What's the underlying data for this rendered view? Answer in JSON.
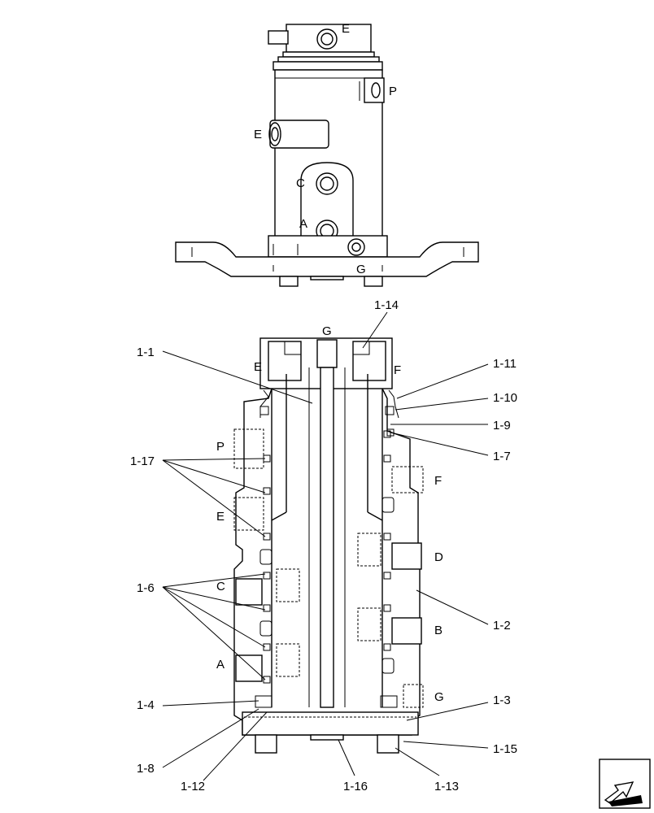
{
  "top_view": {
    "port_e_top": "E",
    "port_p": "P",
    "port_e_side": "E",
    "port_c": "C",
    "port_a": "A",
    "port_g": "G"
  },
  "section_view": {
    "port_g": "G",
    "port_e": "E",
    "port_f": "F",
    "port_p": "P",
    "port_e_lower": "E",
    "port_f_right": "F",
    "port_d": "D",
    "port_c": "C",
    "port_b": "B",
    "port_a": "A",
    "port_g_lower": "G"
  },
  "callouts": {
    "c1_1": "1-1",
    "c1_2": "1-2",
    "c1_3": "1-3",
    "c1_4": "1-4",
    "c1_6": "1-6",
    "c1_7": "1-7",
    "c1_8": "1-8",
    "c1_9": "1-9",
    "c1_10": "1-10",
    "c1_11": "1-11",
    "c1_12": "1-12",
    "c1_13": "1-13",
    "c1_14": "1-14",
    "c1_15": "1-15",
    "c1_16": "1-16",
    "c1_17": "1-17"
  },
  "nav_icon": "arrow-icon"
}
